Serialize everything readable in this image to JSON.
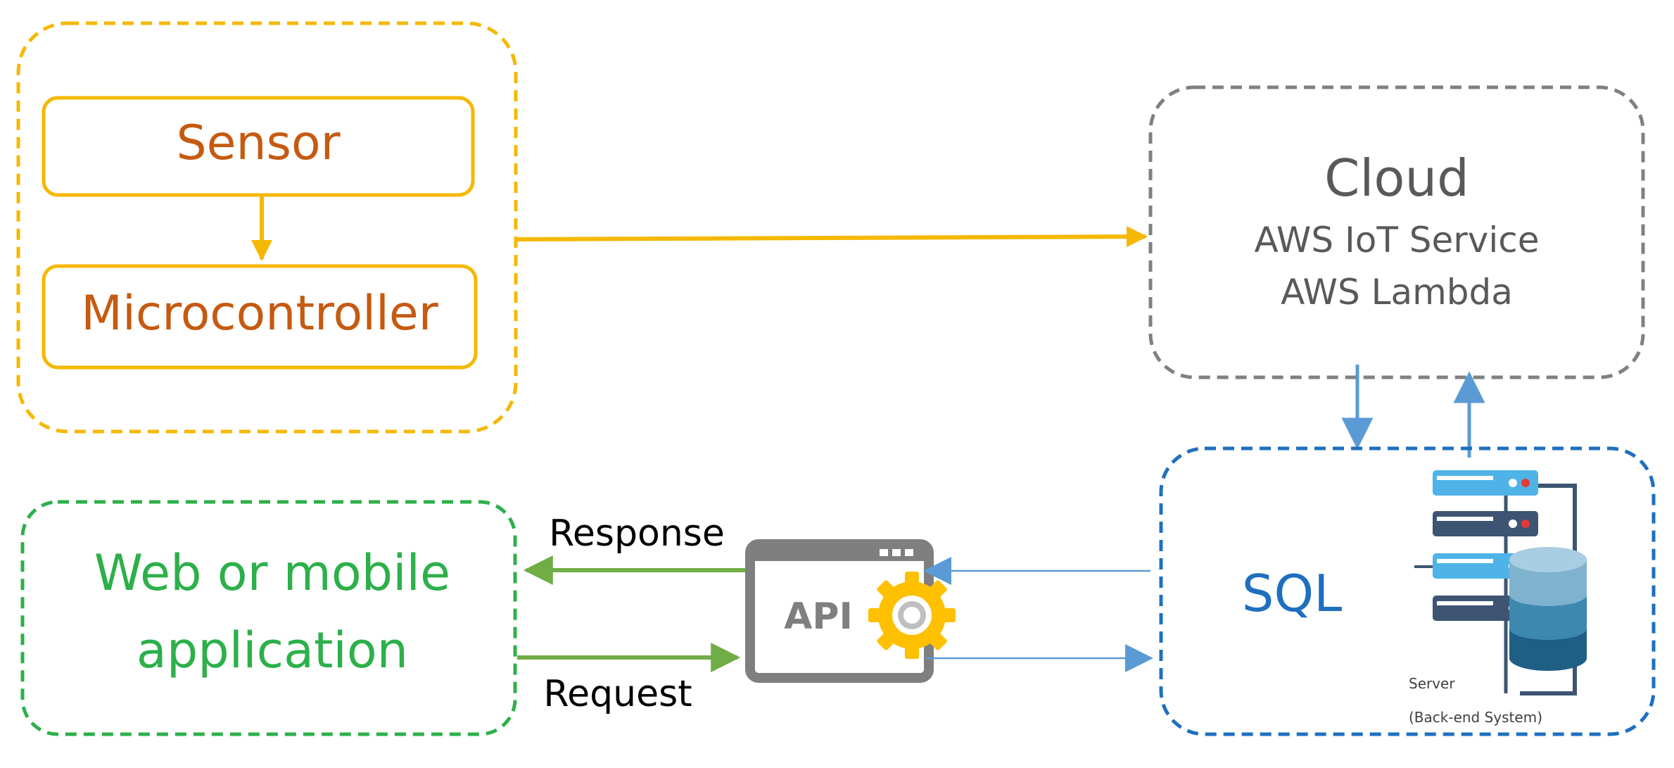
{
  "device": {
    "sensor_label": "Sensor",
    "microcontroller_label": "Microcontroller"
  },
  "cloud": {
    "title": "Cloud",
    "service_1": "AWS IoT Service",
    "service_2": "AWS Lambda"
  },
  "app": {
    "line_1": "Web or mobile",
    "line_2": "application"
  },
  "api": {
    "label": "API",
    "response_label": "Response",
    "request_label": "Request"
  },
  "backend": {
    "sql_label": "SQL",
    "server_label": "Server",
    "server_sublabel": "(Back-end System)"
  },
  "colors": {
    "device": "#F5B800",
    "device_text": "#C55A11",
    "cloud_border": "#808080",
    "cloud_text": "#595959",
    "app": "#2DB04A",
    "backend": "#1F6FBF",
    "blue_arrow": "#5B9BD5",
    "green_arrow": "#70AD47",
    "api_gray": "#7F7F7F",
    "gear": "#FFC000",
    "server_light": "#4FB3E8",
    "server_dark": "#3D5573",
    "db_top": "#7FB2CF",
    "db_mid": "#3C88AF",
    "db_bottom": "#1F5F85"
  }
}
